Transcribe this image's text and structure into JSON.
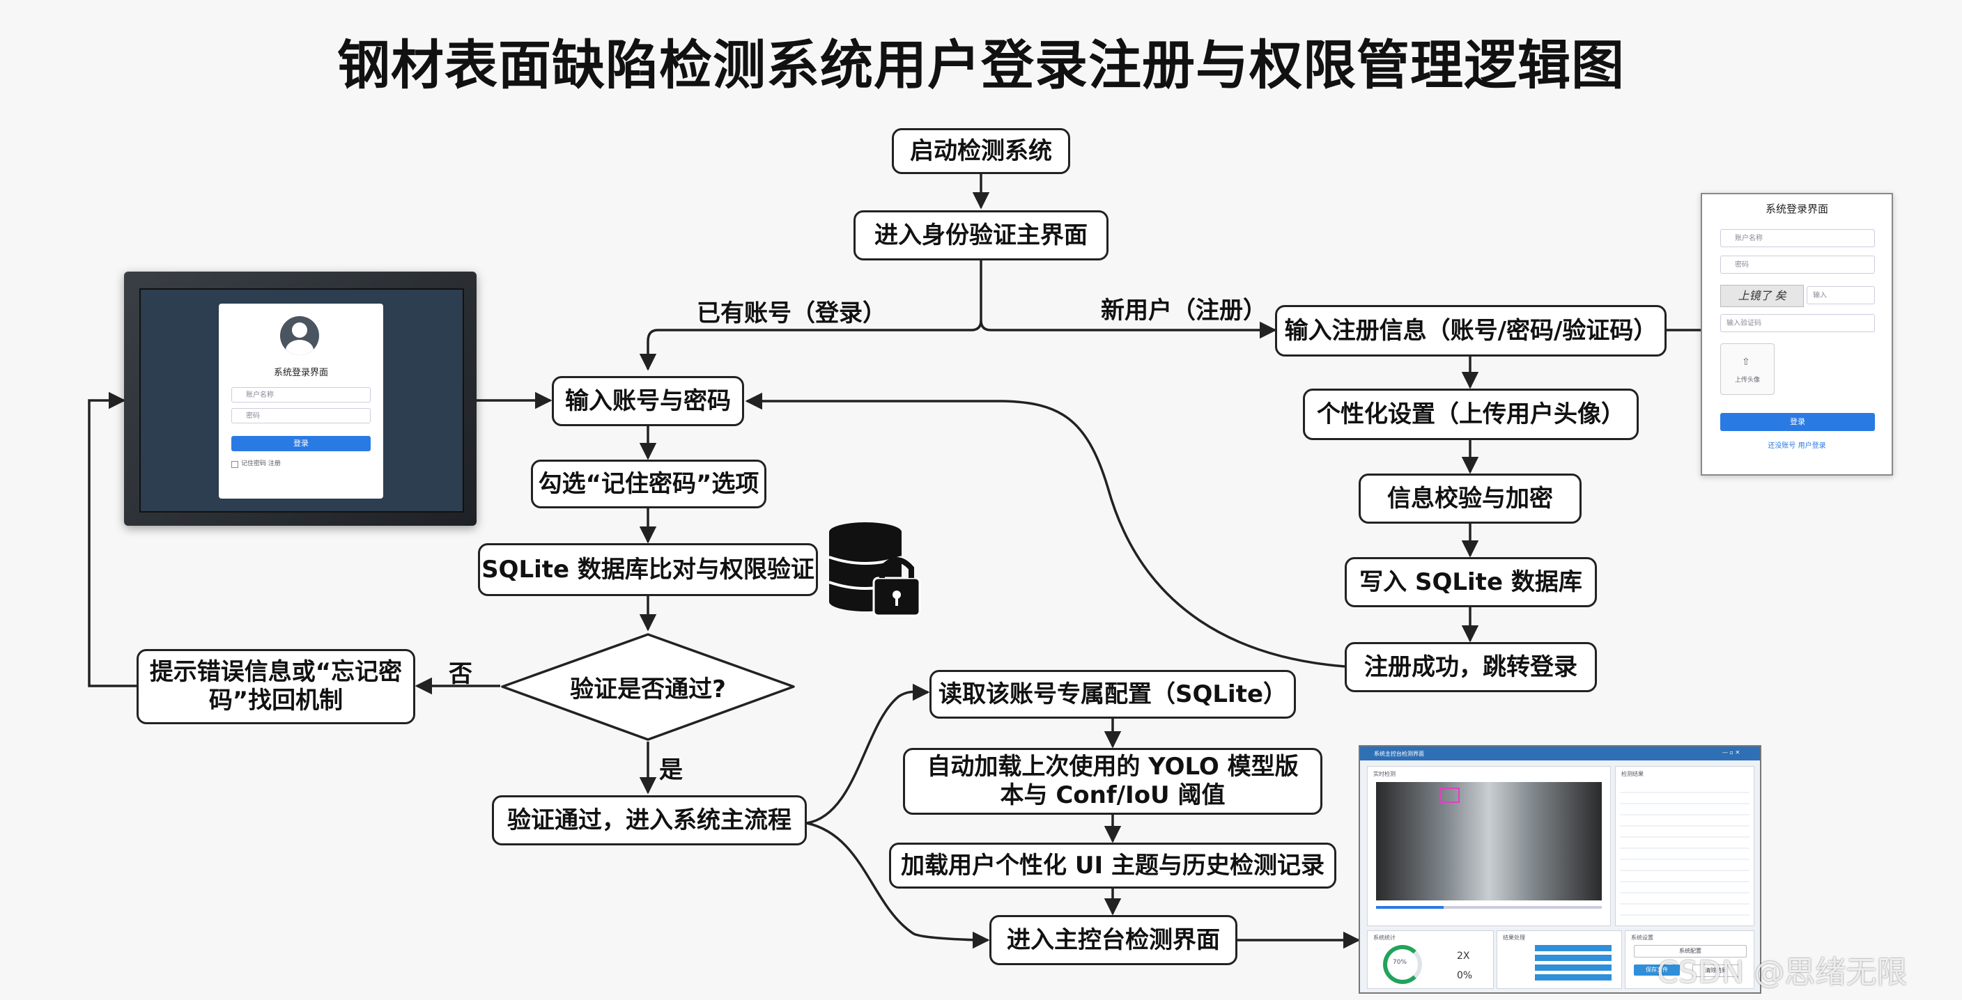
{
  "title": "钢材表面缺陷检测系统用户登录注册与权限管理逻辑图",
  "nodes": {
    "start": "启动检测系统",
    "auth_main": "进入身份验证主界面",
    "input_account": "输入账号与密码",
    "remember": "勾选“记住密码”选项",
    "sqlite_verify": "SQLite 数据库比对与权限验证",
    "verify_passed_q": "验证是否通过?",
    "error_info": "提示错误信息或“忘记密码”找回机制",
    "main_flow": "验证通过，进入系统主流程",
    "reg_input": "输入注册信息（账号/密码/验证码）",
    "personalize": "个性化设置（上传用户头像）",
    "check_encrypt": "信息校验与加密",
    "write_db": "写入 SQLite 数据库",
    "reg_success": "注册成功，跳转登录",
    "read_config": "读取该账号专属配置（SQLite）",
    "auto_load": "自动加载上次使用的 YOLO 模型版本与 Conf/IoU 阈值",
    "load_ui": "加载用户个性化 UI 主题与历史检测记录",
    "enter_console": "进入主控台检测界面"
  },
  "edge_labels": {
    "existing": "已有账号（登录）",
    "new_user": "新用户（注册）",
    "no": "否",
    "yes": "是"
  },
  "login_window": {
    "title": "系统登录界面",
    "username_placeholder": "账户名称",
    "password_placeholder": "密码",
    "login_button": "登录",
    "remember_label": "记住密码  注册"
  },
  "register_panel": {
    "title": "系统登录界面",
    "username_placeholder": "账户名称",
    "password_placeholder": "密码",
    "captcha_text": "上镜了 矣",
    "captcha_input": "输入",
    "code_placeholder": "输入验证码",
    "upload_label": "上传头像",
    "login_button": "登录",
    "footer": "还没账号 用户登录"
  },
  "console": {
    "title": "系统主控台检测界面",
    "video_panel": "实时检测",
    "history_panel": "检测结果",
    "stats_panel": "系统统计",
    "ops_panel": "结果处理",
    "sys_panel": "系统设置",
    "gauge_value": "70%",
    "speed_value": "2X",
    "error_value": "0%",
    "config_button": "系统配置",
    "left_buttons": [
      "保存文件",
      "清除结果"
    ]
  },
  "watermark": "CSDN @思绪无限",
  "colors": {
    "accent": "#2a7ae4",
    "line": "#222222",
    "success": "#22a35a",
    "danger": "#d9534f"
  }
}
